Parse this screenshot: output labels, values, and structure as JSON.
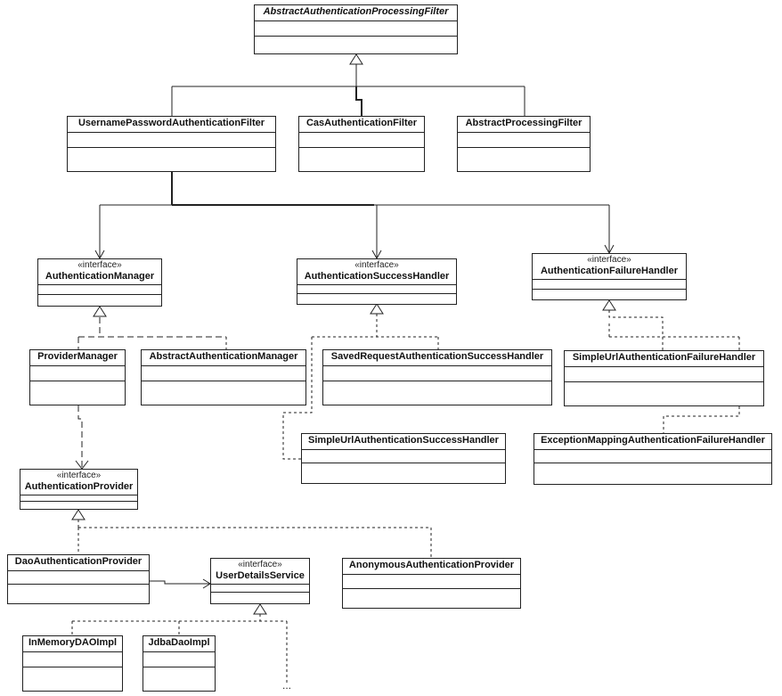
{
  "classes": {
    "abstract_auth_filter": {
      "name": "AbstractAuthenticationProcessingFilter",
      "stereotype": ""
    },
    "username_password_filter": {
      "name": "UsernamePasswordAuthenticationFilter",
      "stereotype": ""
    },
    "cas_filter": {
      "name": "CasAuthenticationFilter",
      "stereotype": ""
    },
    "abstract_processing_filter": {
      "name": "AbstractProcessingFilter",
      "stereotype": ""
    },
    "authentication_manager": {
      "name": "AuthenticationManager",
      "stereotype": "«interface»"
    },
    "success_handler": {
      "name": "AuthenticationSuccessHandler",
      "stereotype": "«interface»"
    },
    "failure_handler": {
      "name": "AuthenticationFailureHandler",
      "stereotype": "«interface»"
    },
    "provider_manager": {
      "name": "ProviderManager",
      "stereotype": ""
    },
    "abstract_auth_manager": {
      "name": "AbstractAuthenticationManager",
      "stereotype": ""
    },
    "saved_request_success_handler": {
      "name": "SavedRequestAuthenticationSuccessHandler",
      "stereotype": ""
    },
    "simple_url_failure_handler": {
      "name": "SimpleUrlAuthenticationFailureHandler",
      "stereotype": ""
    },
    "simple_url_success_handler": {
      "name": "SimpleUrlAuthenticationSuccessHandler",
      "stereotype": ""
    },
    "exception_mapping_failure_handler": {
      "name": "ExceptionMappingAuthenticationFailureHandler",
      "stereotype": ""
    },
    "authentication_provider": {
      "name": "AuthenticationProvider",
      "stereotype": "«interface»"
    },
    "dao_auth_provider": {
      "name": "DaoAuthenticationProvider",
      "stereotype": ""
    },
    "user_details_service": {
      "name": "UserDetailsService",
      "stereotype": "«interface»"
    },
    "anonymous_auth_provider": {
      "name": "AnonymousAuthenticationProvider",
      "stereotype": ""
    },
    "in_memory_dao_impl": {
      "name": "InMemoryDAOImpl",
      "stereotype": ""
    },
    "jdba_dao_impl": {
      "name": "JdbaDaoImpl",
      "stereotype": ""
    }
  },
  "ellipsis": "..."
}
